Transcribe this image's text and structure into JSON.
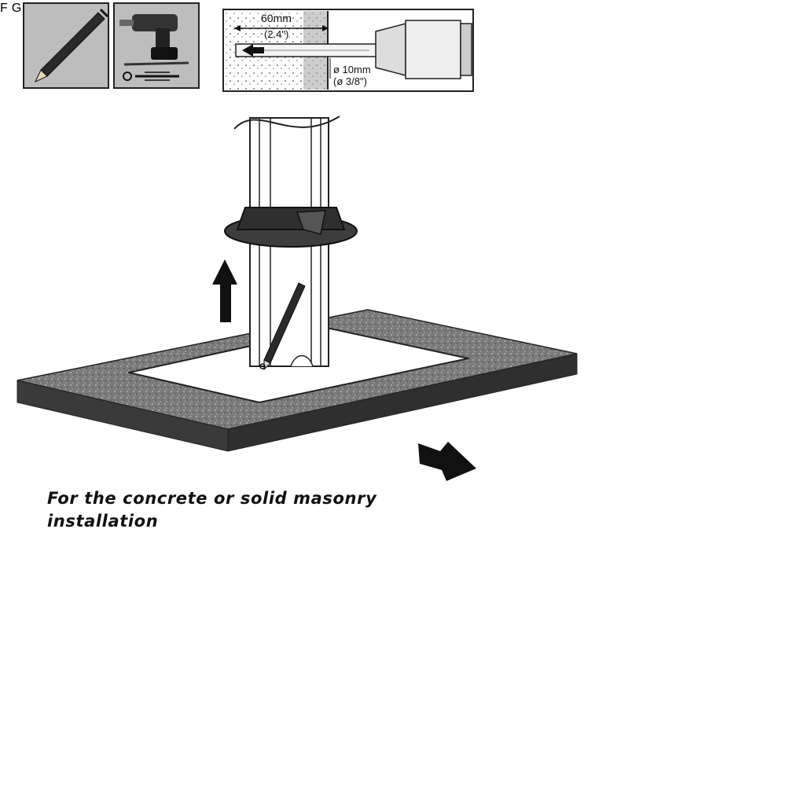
{
  "caption": {
    "line1": "For the concrete or solid masonry",
    "line2": "installation"
  },
  "drill_detail": {
    "depth_mm": "60mm",
    "depth_in": "(2.4\")",
    "diameter_mm": "ø 10mm",
    "diameter_in": "(ø 3/8\")"
  },
  "parts": {
    "screw_label": "F",
    "anchor_label": "G"
  },
  "tools": [
    "pencil-icon",
    "drill-icon",
    "screw-icon",
    "anchor-icon"
  ],
  "colors": {
    "ink": "#1a1a1a",
    "floor_top": "#777777",
    "floor_side": "#3a3a3a",
    "plate": "#ffffff",
    "collar": "#3d3d3d"
  }
}
